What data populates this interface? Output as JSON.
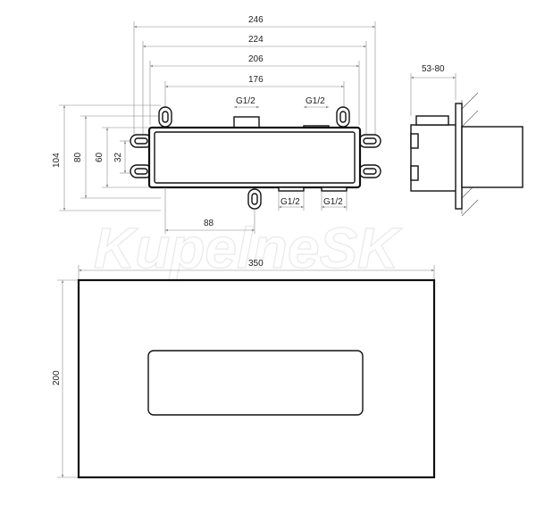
{
  "watermark": "KupelneSK",
  "colors": {
    "line": "#111111",
    "dimension": "#888888",
    "background": "#ffffff"
  },
  "top_view": {
    "dims_horizontal": [
      "246",
      "224",
      "206",
      "176"
    ],
    "dims_vertical": [
      "104",
      "80",
      "60",
      "32"
    ],
    "dim_bottom": "88",
    "port_labels_top": [
      "G1/2",
      "G1/2"
    ],
    "port_labels_bottom": [
      "G1/2",
      "G1/2"
    ]
  },
  "side_view": {
    "depth_dim": "53-80"
  },
  "front_plate": {
    "width_dim": "350",
    "height_dim": "200"
  }
}
